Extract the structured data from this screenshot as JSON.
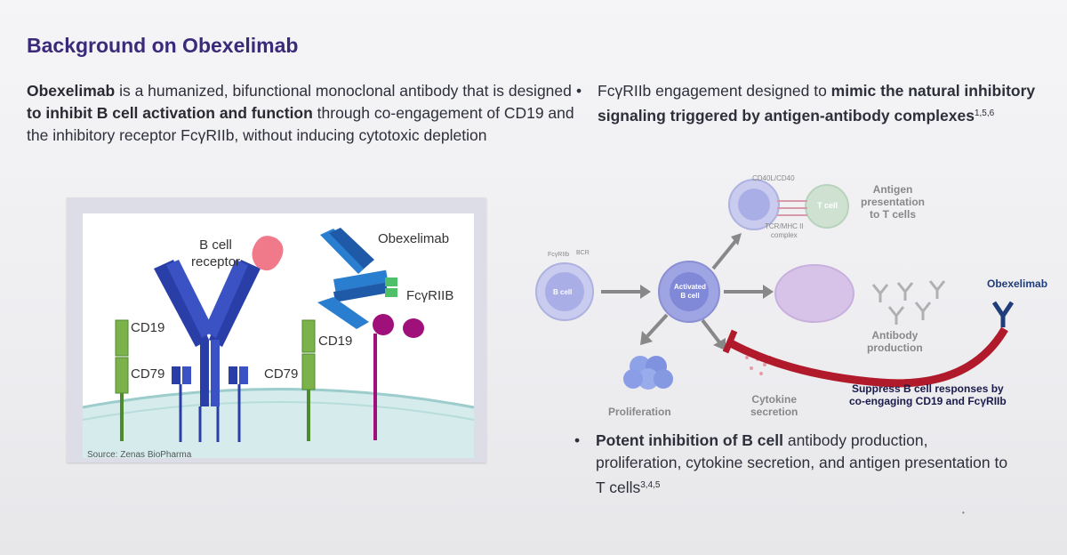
{
  "title": "Background on Obexelimab",
  "intro": {
    "bold_name": "Obexelimab",
    "text1": " is a humanized, bifunctional monoclonal antibody that is designed ",
    "bold_phrase": "to inhibit B cell activation and function",
    "text2": " through co-engagement of CD19 and the inhibitory receptor FcγRIIb, without inducing cytotoxic depletion"
  },
  "bullet1": {
    "dot": "•",
    "text1": "FcγRIIb engagement designed to ",
    "bold": "mimic the natural inhibitory signaling triggered by antigen-antibody complexes",
    "refs": "1,5,6"
  },
  "bullet2": {
    "dot": "•",
    "bold": "Potent inhibition of B cell",
    "text": " antibody production, proliferation, cytokine secretion, and antigen presentation to T cells",
    "refs": "3,4,5"
  },
  "left_figure": {
    "labels": {
      "b_cell_receptor": "B cell receptor",
      "b_cell_line1": "B cell",
      "b_cell_line2": "receptor",
      "obexelimab": "Obexelimab",
      "fcgriib": "FcγRIIB",
      "cd19_left": "CD19",
      "cd79_left": "CD79",
      "cd79_right": "CD79",
      "cd19_right": "CD19"
    },
    "source": "Source: Zenas BioPharma"
  },
  "right_figure": {
    "labels": {
      "cd40": "CD40L/CD40",
      "tcell": "T cell",
      "tcr": "TCR/MHC II",
      "complex": "complex",
      "antigen_line1": "Antigen",
      "antigen_line2": "presentation",
      "antigen_line3": "to T cells",
      "fcgriib": "FcγRIIb",
      "bcr": "BCR",
      "bcell": "B cell",
      "activated_line1": "Activated",
      "activated_line2": "B cell",
      "obexelimab": "Obexelimab",
      "antibody_line1": "Antibody",
      "antibody_line2": "production",
      "proliferation": "Proliferation",
      "cytokine_line1": "Cytokine",
      "cytokine_line2": "secretion",
      "suppress_line1": "Suppress B cell responses  by",
      "suppress_line2": "co-engaging CD19 and FcγRIIb"
    }
  },
  "colors": {
    "title": "#3b2a7a",
    "antibody_blue": "#2a3ea8",
    "cd19_green": "#7bb24a",
    "fc_magenta": "#a0107a",
    "antigen_pink": "#f07a8a",
    "inhibit_red": "#b01a2a"
  },
  "footer_mark": "•"
}
